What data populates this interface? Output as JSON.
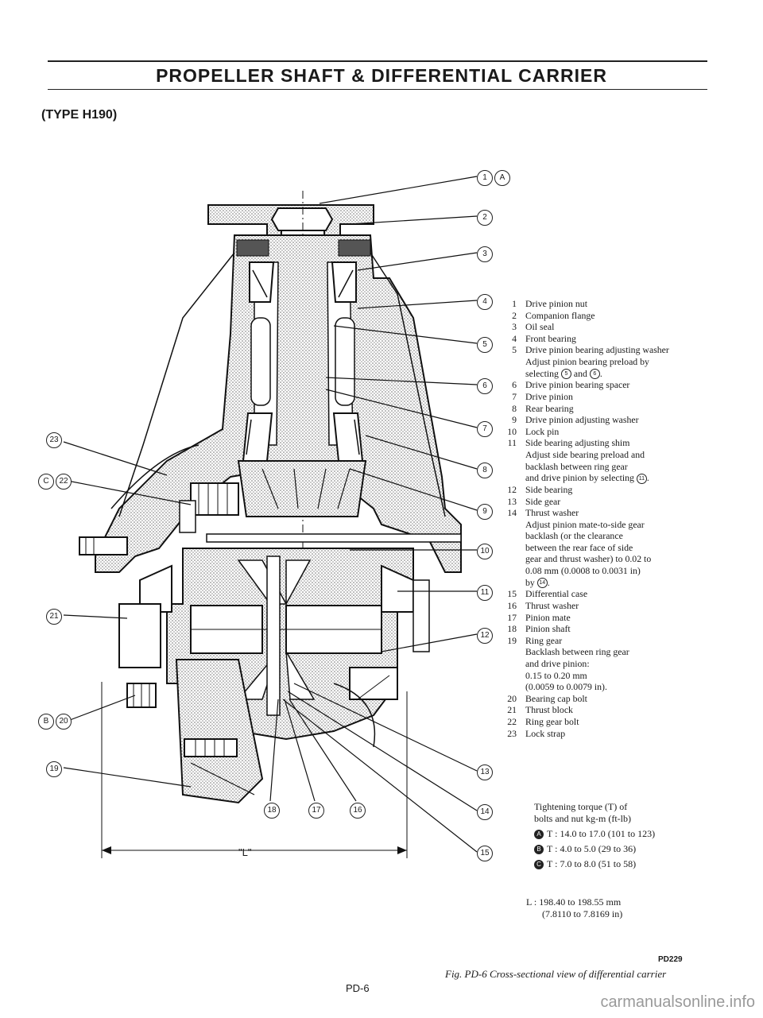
{
  "header": {
    "title": "PROPELLER SHAFT & DIFFERENTIAL CARRIER",
    "subtitle": "(TYPE H190)"
  },
  "callouts": {
    "c1": {
      "n1": "1",
      "n2": "A"
    },
    "c2": "2",
    "c3": "3",
    "c4": "4",
    "c5": "5",
    "c6": "6",
    "c7": "7",
    "c8": "8",
    "c9": "9",
    "c10": "10",
    "c11": "11",
    "c12": "12",
    "c13": "13",
    "c14": "14",
    "c15": "15",
    "c16": "16",
    "c17": "17",
    "c18": "18",
    "c19": "19",
    "c20": {
      "n1": "B",
      "n2": "20"
    },
    "c21": "21",
    "c22": {
      "n1": "C",
      "n2": "22"
    },
    "c23": "23",
    "length_mark": "\"L\""
  },
  "legend": [
    {
      "n": "1",
      "t": "Drive pinion nut"
    },
    {
      "n": "2",
      "t": "Companion flange"
    },
    {
      "n": "3",
      "t": "Oil seal"
    },
    {
      "n": "4",
      "t": "Front bearing"
    },
    {
      "n": "5",
      "t": "Drive pinion bearing adjusting washer"
    },
    {
      "n": "6",
      "t": "Drive pinion bearing spacer"
    },
    {
      "n": "7",
      "t": "Drive pinion"
    },
    {
      "n": "8",
      "t": "Rear bearing"
    },
    {
      "n": "9",
      "t": "Drive pinion adjusting washer"
    },
    {
      "n": "10",
      "t": "Lock pin"
    },
    {
      "n": "11",
      "t": "Side bearing adjusting shim"
    },
    {
      "n": "12",
      "t": "Side bearing"
    },
    {
      "n": "13",
      "t": "Side gear"
    },
    {
      "n": "14",
      "t": "Thrust washer"
    },
    {
      "n": "15",
      "t": "Differential case"
    },
    {
      "n": "16",
      "t": "Thrust washer"
    },
    {
      "n": "17",
      "t": "Pinion mate"
    },
    {
      "n": "18",
      "t": "Pinion shaft"
    },
    {
      "n": "19",
      "t": "Ring gear"
    },
    {
      "n": "20",
      "t": "Bearing cap bolt"
    },
    {
      "n": "21",
      "t": "Thrust block"
    },
    {
      "n": "22",
      "t": "Ring gear bolt"
    },
    {
      "n": "23",
      "t": "Lock strap"
    }
  ],
  "notes": {
    "n5a": "Adjust pinion bearing preload by",
    "n5b": "selecting",
    "n5c": "and",
    "n5c1": "5",
    "n5c2": "6",
    "n11a": "Adjust side bearing preload and",
    "n11b": "backlash between ring gear",
    "n11c": "and drive pinion by selecting",
    "n11c1": "11",
    "n14a": "Adjust pinion mate-to-side gear",
    "n14b": "backlash (or the clearance",
    "n14c": "between the rear face of side",
    "n14d": "gear and thrust washer) to 0.02 to",
    "n14e": "0.08 mm (0.0008 to 0.0031 in)",
    "n14f": "by",
    "n14f1": "14",
    "n19a": "Backlash between ring gear",
    "n19b": "and drive pinion:",
    "n19c": "0.15 to 0.20 mm",
    "n19d": "(0.0059 to 0.0079 in)."
  },
  "torque": {
    "heading1": "Tightening torque (T) of",
    "heading2": "bolts and nut  kg-m (ft-lb)",
    "rows": [
      {
        "tag": "A",
        "text": "T : 14.0 to 17.0 (101 to 123)"
      },
      {
        "tag": "B",
        "text": "T : 4.0 to 5.0 (29 to 36)"
      },
      {
        "tag": "C",
        "text": "T : 7.0 to 8.0 (51 to 58)"
      }
    ]
  },
  "length_spec": {
    "line1": "L : 198.40 to 198.55 mm",
    "line2": "(7.8110 to 7.8169 in)"
  },
  "figure": {
    "code": "PD229",
    "caption": "Fig. PD-6  Cross-sectional view of differential carrier"
  },
  "footer": {
    "page": "PD-6",
    "watermark": "carmanualsonline.info"
  },
  "colors": {
    "ink": "#1a1a1a",
    "hatch": "#8a8a8a",
    "paper": "#ffffff",
    "watermark": "#9a9a9a"
  }
}
